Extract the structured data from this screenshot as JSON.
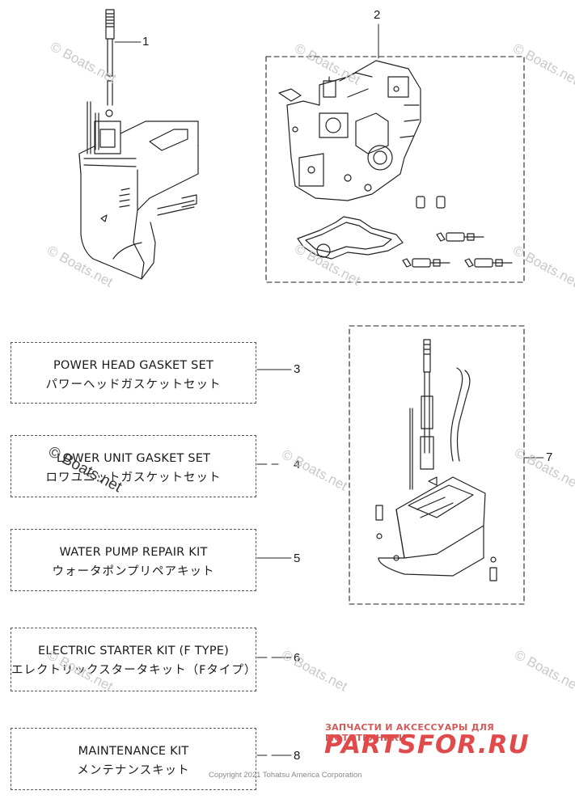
{
  "callouts": {
    "c1": "1",
    "c2": "2",
    "c3": "3",
    "c4": "4",
    "c5": "5",
    "c6": "6",
    "c7": "7",
    "c8": "8"
  },
  "kits": [
    {
      "en": "POWER HEAD GASKET SET",
      "jp": "パワーヘッドガスケットセット"
    },
    {
      "en": "LOWER UNIT GASKET SET",
      "jp": "ロワユニットガスケットセット"
    },
    {
      "en": "WATER PUMP REPAIR KIT",
      "jp": "ウォータポンプリペアキット"
    },
    {
      "en": "ELECTRIC STARTER KIT (F TYPE)",
      "jp": "エレクトリックスタータキット（Fタイプ）"
    },
    {
      "en": "MAINTENANCE KIT",
      "jp": "メンテナンスキット"
    }
  ],
  "watermark": "© Boats.net",
  "copyright": "Copyright 2021 Tohatsu America Corporation",
  "brand": {
    "tagline": "ЗАПЧАСТИ И АКСЕССУАРЫ ДЛЯ МОТОТЕХНИКИ",
    "name": "PARTSFOR.RU"
  }
}
